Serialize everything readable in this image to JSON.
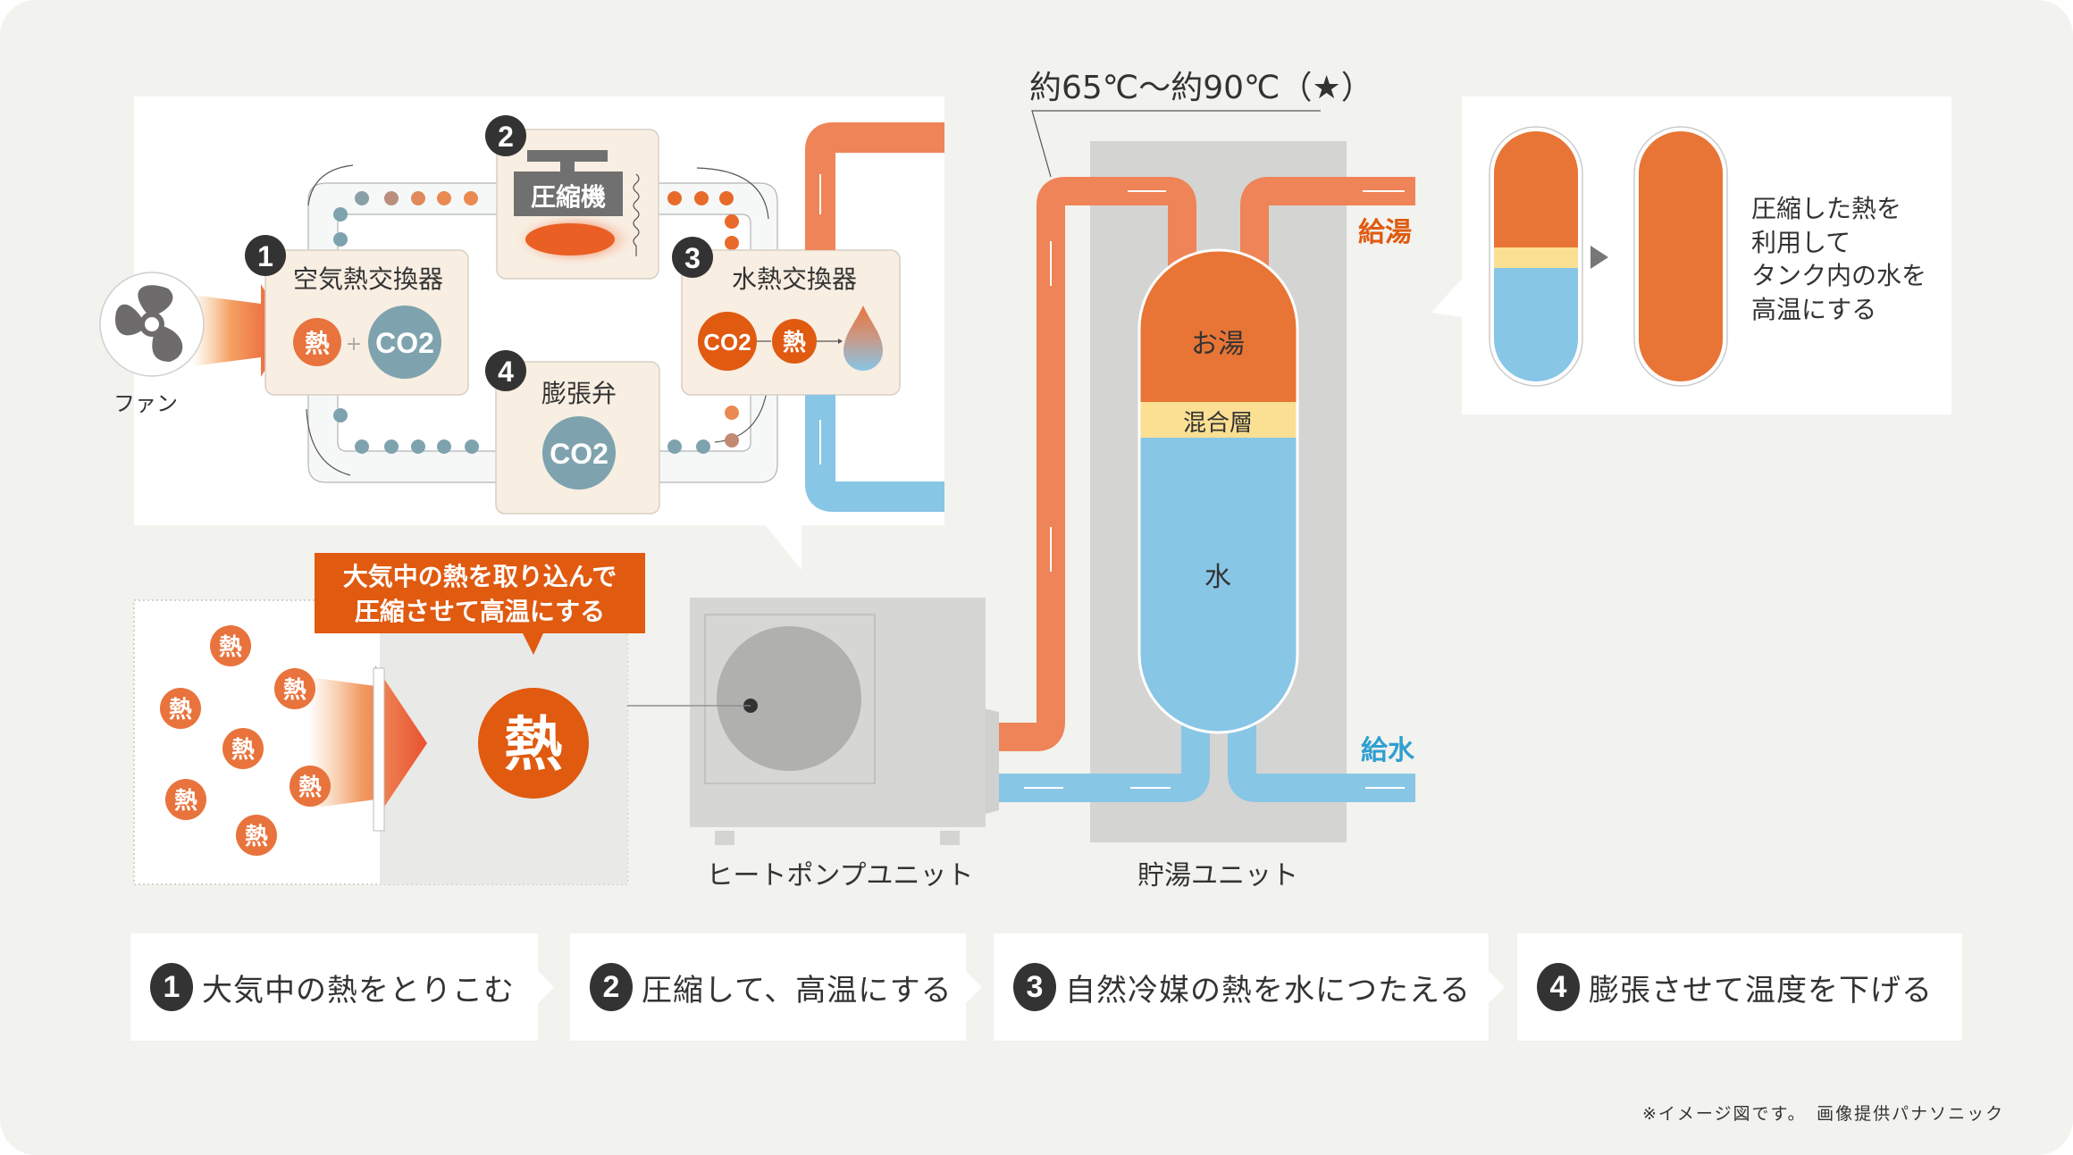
{
  "title_temp": "約65℃〜約90℃（★）",
  "cycle": {
    "fan_label": "ファン",
    "step1": {
      "num": "1",
      "title": "空気熱交換器",
      "heat": "熱",
      "plus": "+",
      "co2": "CO2"
    },
    "step2": {
      "num": "2",
      "title": "圧縮機"
    },
    "step3": {
      "num": "3",
      "title": "水熱交換器",
      "co2": "CO2",
      "heat": "熱"
    },
    "step4": {
      "num": "4",
      "title": "膨張弁",
      "co2": "CO2"
    }
  },
  "callout": {
    "line1": "大気中の熱を取り込んで",
    "line2": "圧縮させて高温にする",
    "small_heat": "熱",
    "big_heat": "熱"
  },
  "units": {
    "heat_pump": "ヒートポンプユニット",
    "storage": "貯湯ユニット"
  },
  "tank": {
    "hot": "お湯",
    "mix": "混合層",
    "water": "水"
  },
  "pipes": {
    "hot_supply": "給湯",
    "water_supply": "給水"
  },
  "explain": {
    "line1": "圧縮した熱を",
    "line2": "利用して",
    "line3": "タンク内の水を",
    "line4": "高温にする"
  },
  "steps": [
    {
      "num": "1",
      "label": "大気中の熱をとりこむ"
    },
    {
      "num": "2",
      "label": "圧縮して、高温にする"
    },
    {
      "num": "3",
      "label": "自然冷媒の熱を水につたえる"
    },
    {
      "num": "4",
      "label": "膨張させて温度を下げる"
    }
  ],
  "footnote": "※イメージ図です。　画像提供パナソニック",
  "colors": {
    "hot": "#e87535",
    "pipe_hot": "#ee8458",
    "cold": "#88c6e6",
    "mix": "#fbdf92",
    "co2": "#7ea3ae",
    "heat_dark": "#e05a10",
    "panel_tan": "#f8eee2",
    "unit_gray": "#d4d4d2"
  }
}
